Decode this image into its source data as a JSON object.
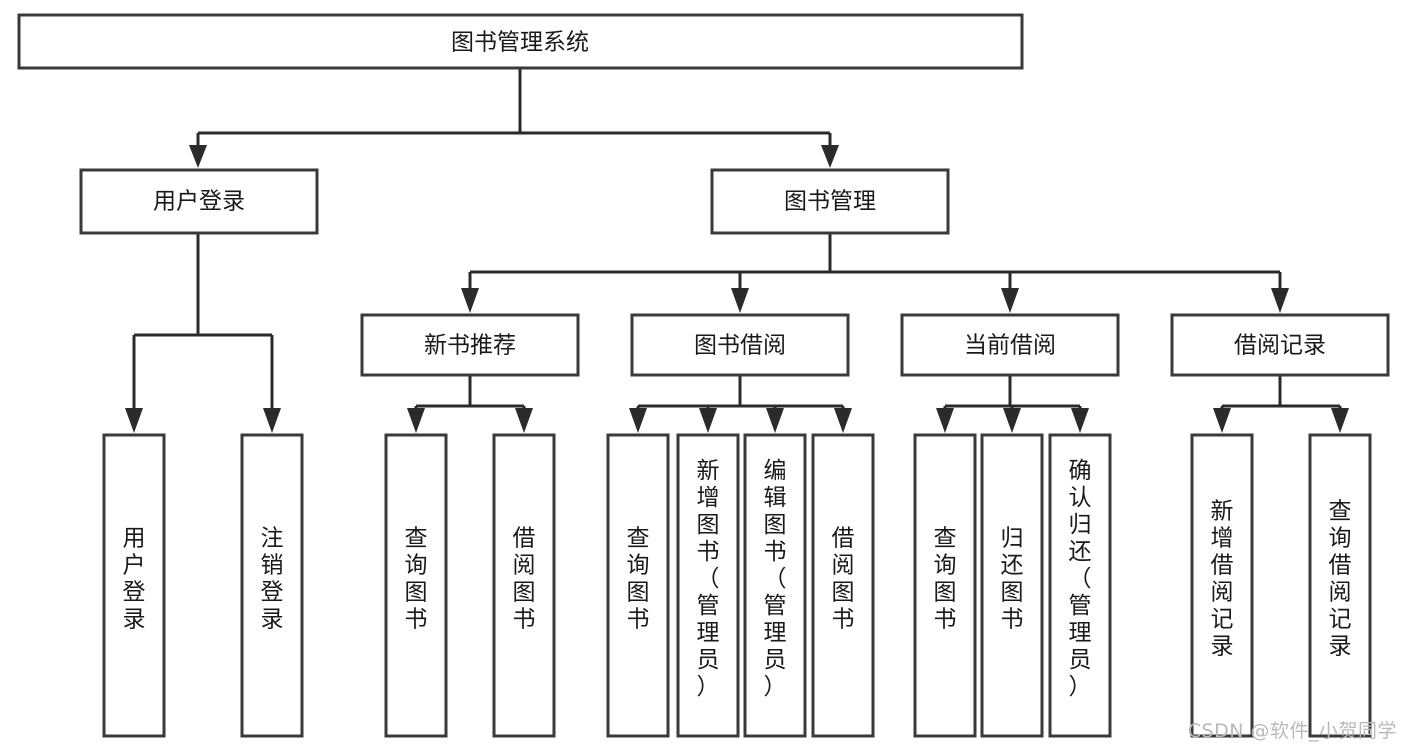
{
  "diagram": {
    "type": "tree-hierarchy-chart",
    "title": "图书管理系统",
    "watermark": "CSDN @软件_小贺同学",
    "colors": {
      "box_stroke": "#3a3a3a",
      "connector": "#2b2b2b",
      "box_fill": "#ffffff",
      "text": "#1a1a1a",
      "watermark": "#b9b9b9",
      "background": "#ffffff"
    },
    "levels": {
      "root": "图书管理系统",
      "level2": [
        "用户登录",
        "图书管理"
      ],
      "level3": [
        "新书推荐",
        "图书借阅",
        "当前借阅",
        "借阅记录"
      ],
      "level4": [
        "用户登录",
        "注销登录",
        "查询图书",
        "借阅图书",
        "查询图书",
        "新增图书（管理员）",
        "编辑图书（管理员）",
        "借阅图书",
        "查询图书",
        "归还图书",
        "确认归还（管理员）",
        "新增借阅记录",
        "查询借阅记录"
      ]
    },
    "nodes": {
      "root": {
        "label": "图书管理系统"
      },
      "user_login": {
        "label": "用户登录"
      },
      "book_manage": {
        "label": "图书管理"
      },
      "new_book_rec": {
        "label": "新书推荐"
      },
      "book_borrow": {
        "label": "图书借阅"
      },
      "current_borrow": {
        "label": "当前借阅"
      },
      "borrow_record": {
        "label": "借阅记录"
      },
      "leaf_user_login": {
        "label": "用户登录"
      },
      "leaf_logout": {
        "label": "注销登录"
      },
      "leaf_query_book_1": {
        "label": "查询图书"
      },
      "leaf_borrow_book_1": {
        "label": "借阅图书"
      },
      "leaf_query_book_2": {
        "label": "查询图书"
      },
      "leaf_add_book": {
        "label": "新增图书（管理员）"
      },
      "leaf_edit_book": {
        "label": "编辑图书（管理员）"
      },
      "leaf_borrow_book_2": {
        "label": "借阅图书"
      },
      "leaf_query_book_3": {
        "label": "查询图书"
      },
      "leaf_return_book": {
        "label": "归还图书"
      },
      "leaf_confirm_return": {
        "label": "确认归还（管理员）"
      },
      "leaf_add_record": {
        "label": "新增借阅记录"
      },
      "leaf_query_record": {
        "label": "查询借阅记录"
      }
    }
  }
}
